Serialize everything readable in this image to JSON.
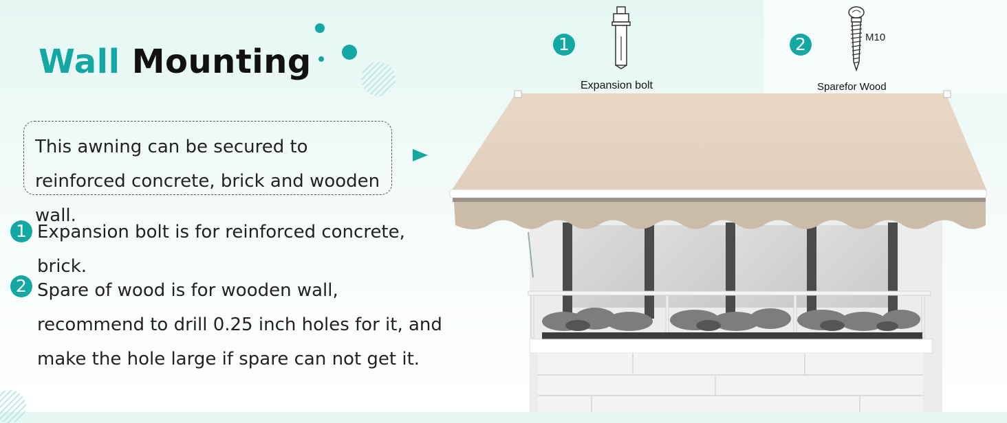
{
  "heading": {
    "part1": "Wall",
    "part2": "Mounting"
  },
  "callout": {
    "text": "This awning can be secured to reinforced concrete, brick and wooden wall."
  },
  "points": [
    {
      "number": "1",
      "text": "Expansion bolt is for reinforced concrete, brick."
    },
    {
      "number": "2",
      "text": "Spare of wood is for wooden wall, recommend to drill 0.25 inch holes for it, and make the hole large if spare can not get it."
    }
  ],
  "hardware": [
    {
      "number": "1",
      "label": "Expansion bolt",
      "icon": "expansion-bolt-icon"
    },
    {
      "number": "2",
      "label": "Sparefor Wood",
      "size": "M10",
      "icon": "wood-screw-icon"
    }
  ],
  "colors": {
    "accent": "#14a8a4",
    "awning_fabric": "#e2d2c0",
    "awning_valance": "#c9b8a6"
  }
}
